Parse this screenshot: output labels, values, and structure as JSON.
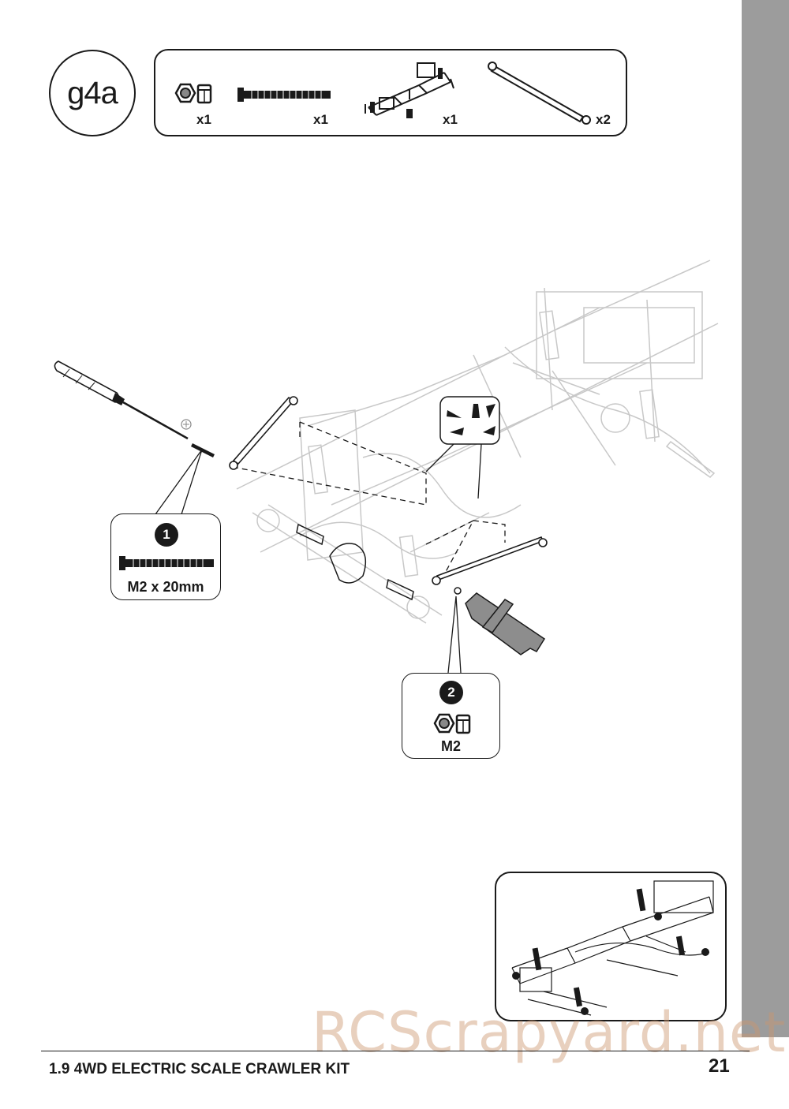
{
  "step": {
    "label": "g4a"
  },
  "parts": [
    {
      "name": "nylon nut",
      "qty": "x1"
    },
    {
      "name": "M2 x 20mm screw",
      "qty": "x1"
    },
    {
      "name": "chassis assembly",
      "qty": "x1"
    },
    {
      "name": "link rod",
      "qty": "x2"
    }
  ],
  "callouts": [
    {
      "number": "1",
      "label": "M2 x 20mm"
    },
    {
      "number": "2",
      "label": "M2"
    }
  ],
  "watermark": "RCScrapyard.net",
  "footer": {
    "title": "1.9 4WD ELECTRIC SCALE CRAWLER KIT",
    "page": "21"
  },
  "colors": {
    "sidebar": "#9c9c9c",
    "ink": "#1a1a1a",
    "diagram_line": "#c8c8c8",
    "tool_grey": "#888888"
  }
}
